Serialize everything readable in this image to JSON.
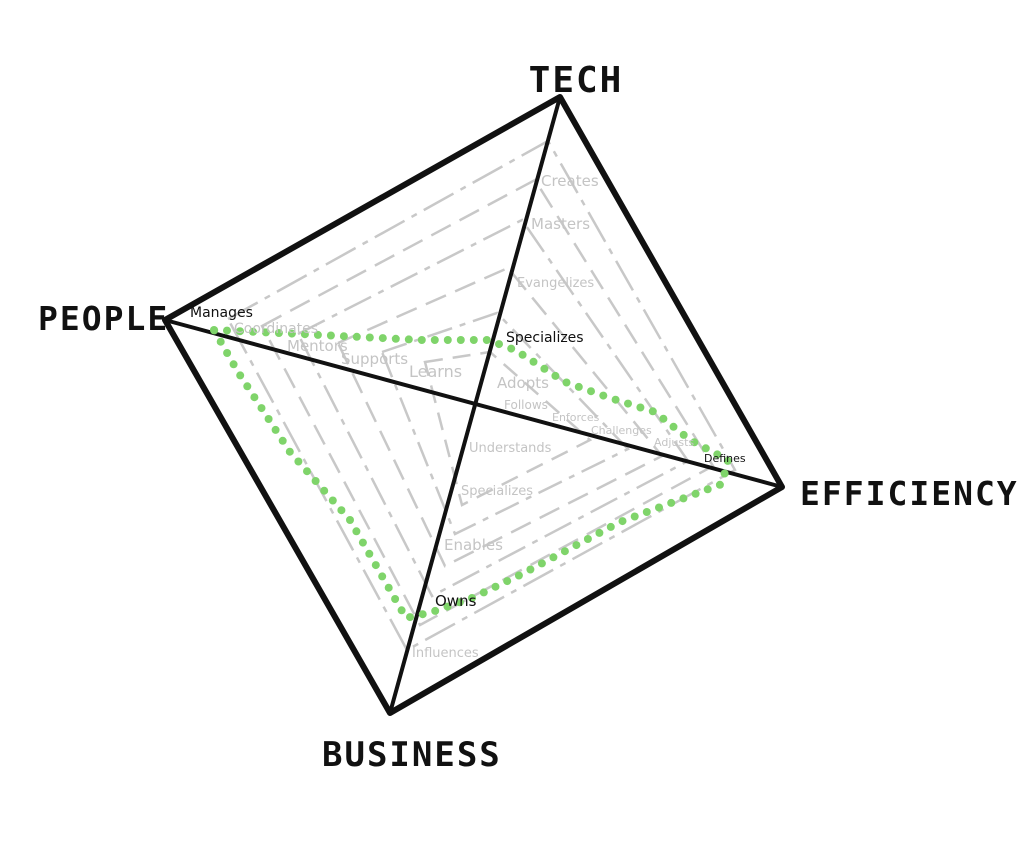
{
  "axes": {
    "tech": "TECH",
    "people": "PEOPLE",
    "efficiency": "EFFICIENCY",
    "business": "BUSINESS"
  },
  "tech_levels": [
    "Creates",
    "Masters",
    "Evangelizes",
    "Specializes",
    "Adopts",
    "Follows"
  ],
  "efficiency_levels": [
    "Enforces",
    "Challenges",
    "Adjusts",
    "Defines"
  ],
  "business_levels": [
    "Understands",
    "Specializes",
    "Enables",
    "Owns",
    "Influences"
  ],
  "people_levels": [
    "Manages",
    "Coordinates",
    "Mentors",
    "Supports",
    "Learns"
  ],
  "profile": {
    "people": "Manages",
    "tech": "Specializes",
    "efficiency": "Defines",
    "business": "Owns"
  },
  "colors": {
    "frame": "#111111",
    "level_text": "#c4c4c4",
    "level_lines": "#c8c8c8",
    "profile": "#7fd46a"
  }
}
